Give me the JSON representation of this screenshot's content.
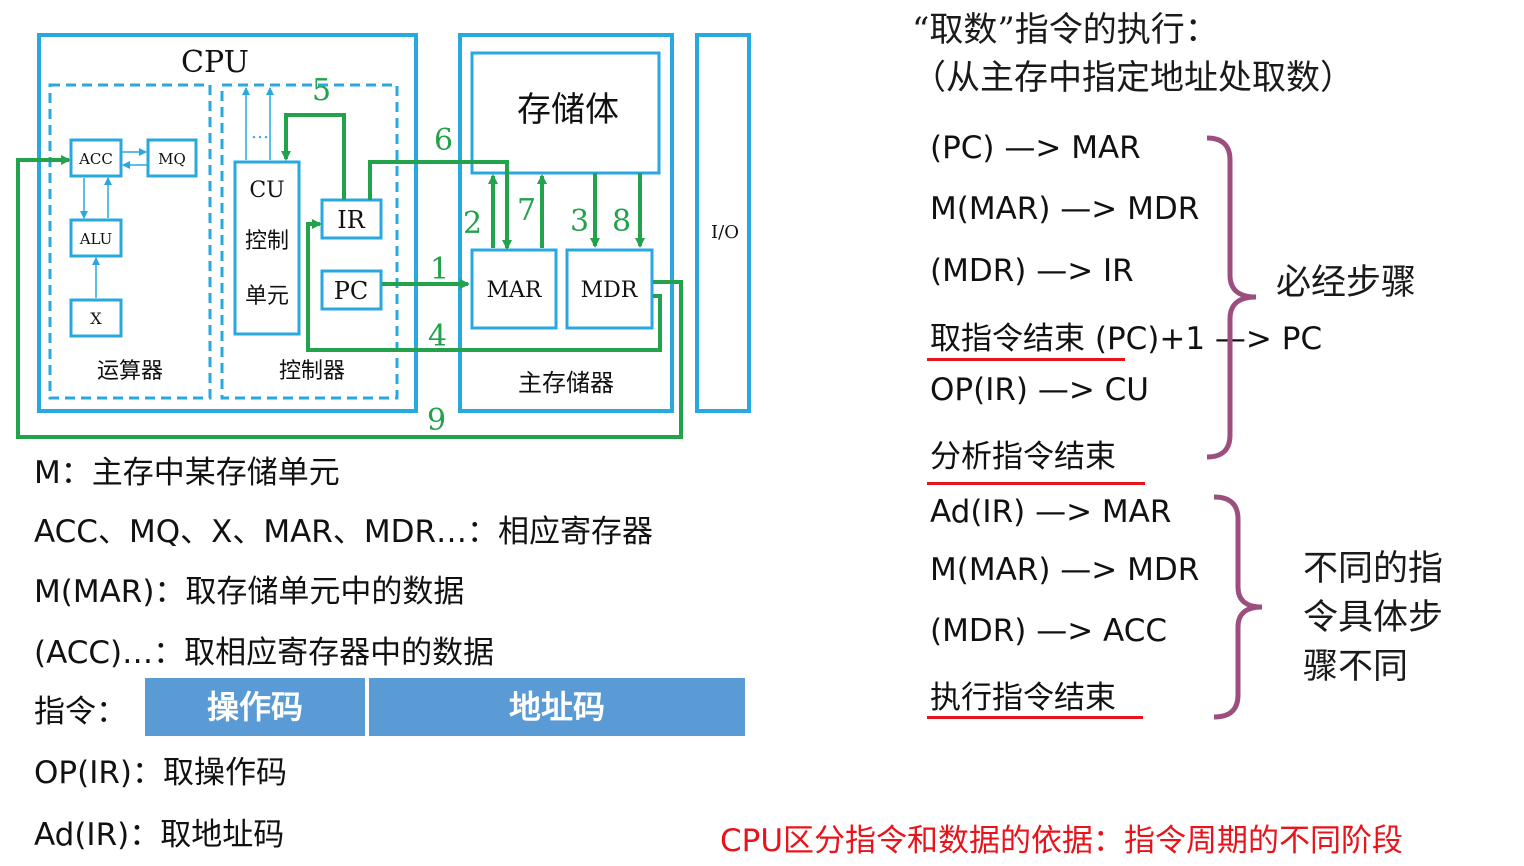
{
  "diagram": {
    "cpu": "CPU",
    "acc": "ACC",
    "mq": "MQ",
    "alu": "ALU",
    "x": "X",
    "alu_unit": "运算器",
    "cu": "CU",
    "cu_sub1": "控制",
    "cu_sub2": "单元",
    "ellipsis": "…",
    "ir": "IR",
    "pc": "PC",
    "control_unit": "控制器",
    "storage_body": "存储体",
    "mar": "MAR",
    "mdr": "MDR",
    "main_memory": "主存储器",
    "io": "I/O",
    "step_numbers": [
      "1",
      "2",
      "3",
      "4",
      "5",
      "6",
      "7",
      "8",
      "9"
    ]
  },
  "title": {
    "line1": "“取数”指令的执行：",
    "line2": "（从主存中指定地址处取数）"
  },
  "steps": [
    "(PC) —> MAR",
    "M(MAR) —> MDR",
    "(MDR) —> IR",
    "取指令结束 (PC)+1 —> PC",
    "OP(IR) —> CU",
    "分析指令结束",
    "Ad(IR) —> MAR",
    "M(MAR) —> MDR",
    "(MDR) —> ACC",
    "执行指令结束"
  ],
  "brace_labels": {
    "required": "必经步骤",
    "varies_line1": "不同的指",
    "varies_line2": "令具体步",
    "varies_line3": "骤不同"
  },
  "legend": {
    "m": "M：主存中某存储单元",
    "regs": "ACC、MQ、X、MAR、MDR…：相应寄存器",
    "m_mar": "M(MAR)：取存储单元中的数据",
    "acc": "(ACC)…：取相应寄存器中的数据",
    "instr_label": "指令：",
    "opcode": "操作码",
    "addrcode": "地址码",
    "op_ir": "OP(IR)：取操作码",
    "ad_ir": "Ad(IR)：取地址码"
  },
  "footnote": "CPU区分指令和数据的依据：指令周期的不同阶段",
  "colors": {
    "box": "#29a8e0",
    "path": "#22a24a",
    "brace": "#9c4f7f",
    "underline": "#e8141b",
    "field": "#5b9bd5",
    "footnote": "#e8141b"
  }
}
